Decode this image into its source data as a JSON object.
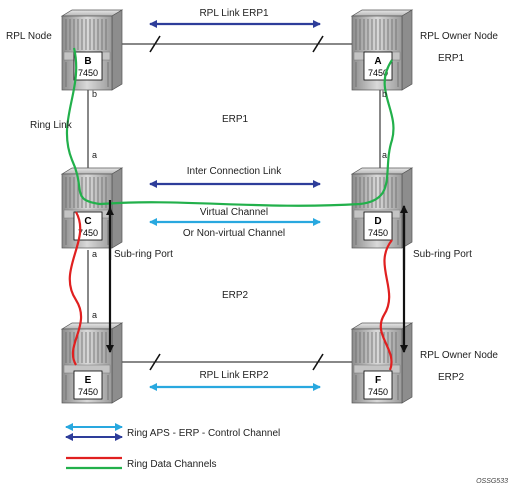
{
  "labels": {
    "rpl_node": "RPL Node",
    "rpl_owner_node_top": "RPL Owner Node",
    "erp1_right": "ERP1",
    "ring_link": "Ring Link",
    "erp1_center": "ERP1",
    "rpl_link_erp1": "RPL Link ERP1",
    "inter_connection_link": "Inter Connection Link",
    "virtual_channel_1": "Virtual Channel",
    "virtual_channel_2": "Or Non-virtual Channel",
    "sub_ring_port_left": "Sub-ring Port",
    "sub_ring_port_right": "Sub-ring Port",
    "erp2_center": "ERP2",
    "rpl_owner_node_bottom": "RPL Owner Node",
    "erp2_right": "ERP2",
    "rpl_link_erp2": "RPL Link ERP2",
    "figure_id": "OSSG533"
  },
  "ports": {
    "b_left": "b",
    "b_right": "b",
    "a_left_upper": "a",
    "a_right_upper": "a",
    "a_left_mid": "a",
    "a_left_lower": "a"
  },
  "nodes": {
    "A": {
      "letter": "A",
      "model": "7450"
    },
    "B": {
      "letter": "B",
      "model": "7450"
    },
    "C": {
      "letter": "C",
      "model": "7450"
    },
    "D": {
      "letter": "D",
      "model": "7450"
    },
    "E": {
      "letter": "E",
      "model": "7450"
    },
    "F": {
      "letter": "F",
      "model": "7450"
    }
  },
  "legend": {
    "control_channel": "Ring APS - ERP - Control Channel",
    "data_channels": "Ring Data Channels"
  },
  "colors": {
    "dark_blue": "#2e3d9a",
    "light_blue": "#29a8df",
    "red": "#e02020",
    "green": "#22b04b",
    "black": "#111111"
  }
}
